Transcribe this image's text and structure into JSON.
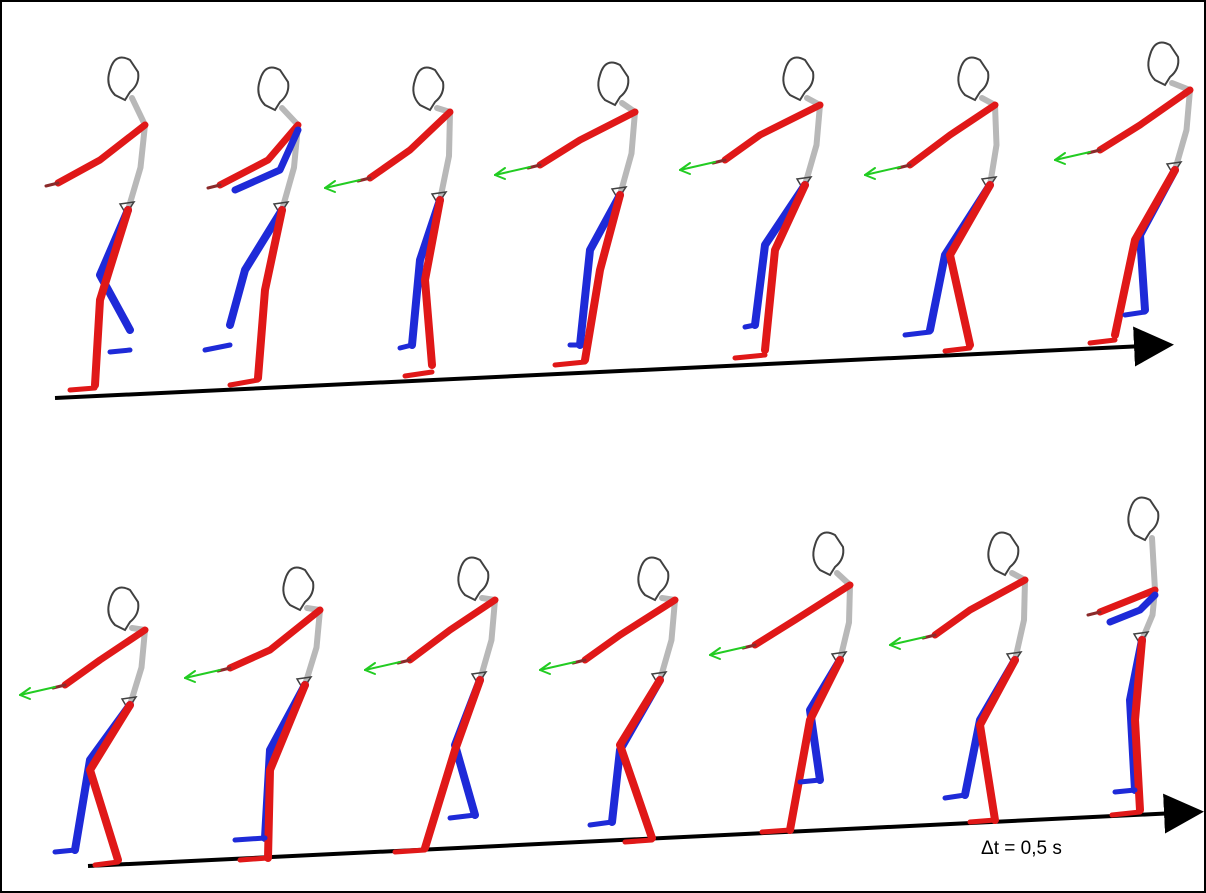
{
  "annotation": {
    "time_step": "Δt = 0,5 s"
  },
  "colors": {
    "border": "#000000",
    "left_limb": "#e01818",
    "right_limb": "#1e2ad8",
    "trunk": "#b8b8b8",
    "outline": "#404040",
    "force_vector": "#22cc22",
    "axis": "#000000"
  },
  "rows": [
    {
      "name": "top-row",
      "frame_count": 7
    },
    {
      "name": "bottom-row",
      "frame_count": 7
    }
  ]
}
